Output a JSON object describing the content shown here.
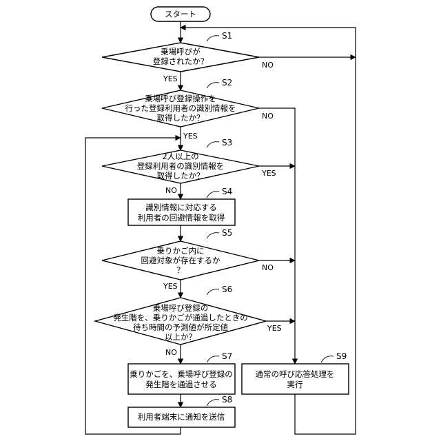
{
  "start": "スタート",
  "steps": {
    "s1": {
      "id": "S1",
      "lines": [
        "乗場呼びが",
        "登録されたか？"
      ]
    },
    "s2": {
      "id": "S2",
      "lines": [
        "乗場呼び登録操作を",
        "行った登録利用者の識別情報を",
        "取得したか？"
      ]
    },
    "s3": {
      "id": "S3",
      "lines": [
        "2人以上の",
        "登録利用者の識別情報を",
        "取得したか？"
      ]
    },
    "s4": {
      "id": "S4",
      "lines": [
        "識別情報に対応する",
        "利用者の回避情報を取得"
      ]
    },
    "s5": {
      "id": "S5",
      "lines": [
        "乗りかご内に",
        "回避対象が存在するか",
        "？"
      ]
    },
    "s6": {
      "id": "S6",
      "lines": [
        "乗場呼び登録の",
        "発生階を、乗りかごが通過したときの",
        "待ち時間の予測値が所定値",
        "以上か？"
      ]
    },
    "s7": {
      "id": "S7",
      "lines": [
        "乗りかごを、乗場呼び登録の",
        "発生階を通過させる"
      ]
    },
    "s8": {
      "id": "S8",
      "lines": [
        "利用者端末に通知を送信"
      ]
    },
    "s9": {
      "id": "S9",
      "lines": [
        "通常の呼び応答処理を",
        "実行"
      ]
    }
  },
  "labels": {
    "s1_no": "NO",
    "s1_yes": "YES",
    "s2_no": "NO",
    "s2_yes": "YES",
    "s3_yes": "YES",
    "s3_no": "NO",
    "s5_no": "NO",
    "s5_yes": "YES",
    "s6_yes": "YES",
    "s6_no": "NO"
  }
}
